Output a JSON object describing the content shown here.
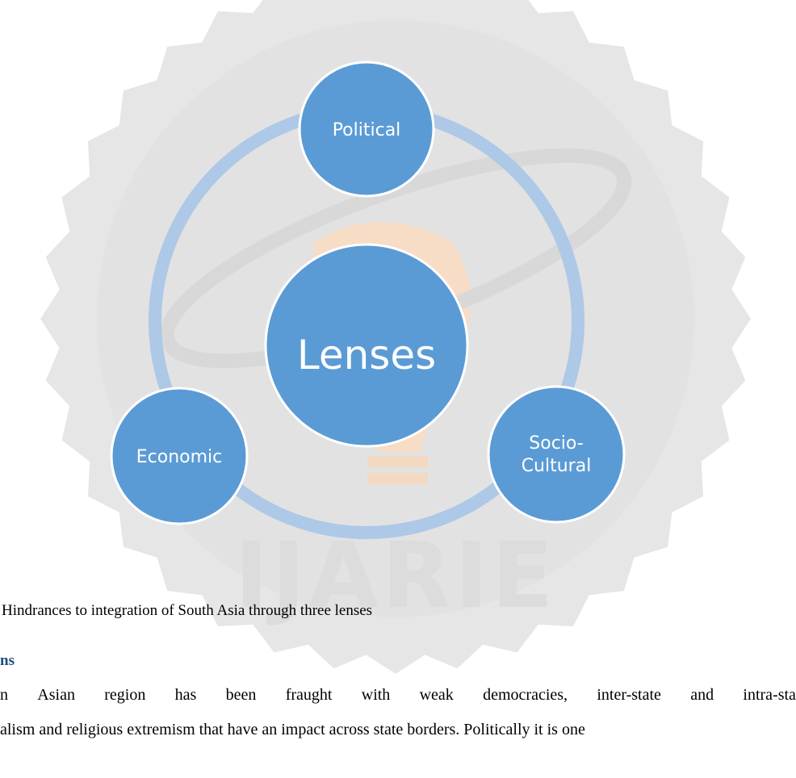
{
  "watermark": {
    "text": "IJARIE"
  },
  "diagram": {
    "center": {
      "label": "Lenses"
    },
    "nodes": [
      {
        "id": "political",
        "lines": [
          "Political"
        ]
      },
      {
        "id": "socio-cultural",
        "lines": [
          "Socio-",
          "Cultural"
        ]
      },
      {
        "id": "economic",
        "lines": [
          "Economic"
        ]
      }
    ],
    "colors": {
      "node_fill": "#5b9bd5",
      "node_stroke": "#ffffff",
      "ring": "#aec8e7",
      "watermark_gray": "#e6e6e6",
      "watermark_orange": "#f7dcc6"
    }
  },
  "caption": "Hindrances to integration of South Asia through three lenses",
  "section_heading": "ns",
  "paragraph": {
    "line1": [
      "n",
      "Asian",
      "region",
      "has",
      "been",
      "fraught",
      "with",
      "weak",
      "democracies,",
      "inter-state",
      "and",
      "intra-sta"
    ],
    "line2": "alism and religious extremism that have an impact across state borders. Politically it is one"
  }
}
